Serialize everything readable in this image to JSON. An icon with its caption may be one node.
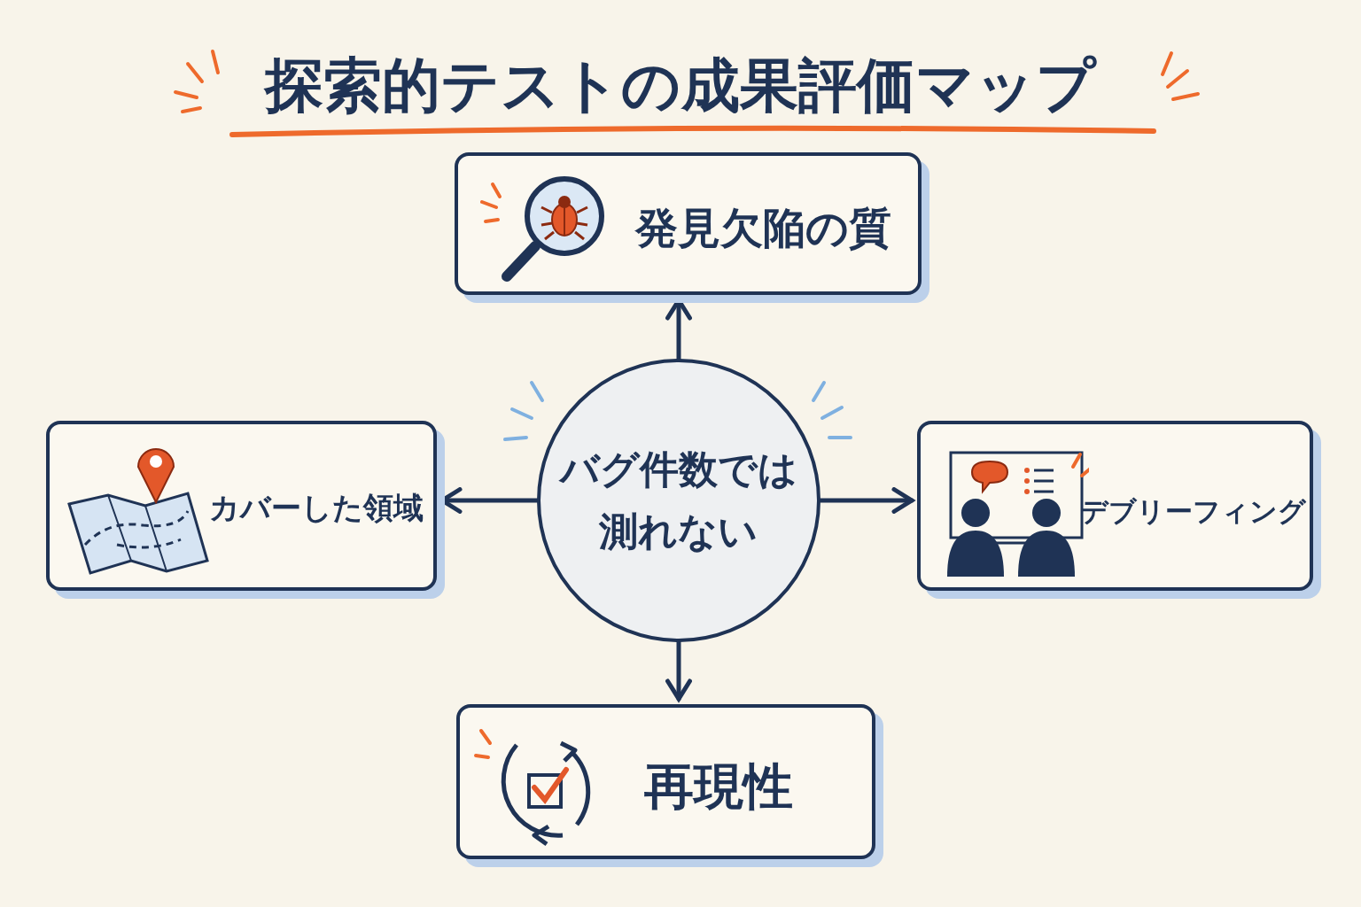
{
  "diagram": {
    "title": "探索的テストの成果評価マップ",
    "nodes": [
      {
        "text": [
          "発見欠陥の質"
        ]
      },
      {
        "text": [
          "カバーした領域"
        ]
      },
      {
        "text": [
          "バグ件数では測れない"
        ]
      },
      {
        "text": [
          "デブリーフィング"
        ]
      },
      {
        "text": [
          "再現性"
        ]
      }
    ],
    "edges": [
      {
        "from": 2,
        "to": 0,
        "arrow": "to"
      },
      {
        "from": 2,
        "to": 1,
        "arrow": "to"
      },
      {
        "from": 2,
        "to": 3,
        "arrow": "to"
      },
      {
        "from": 2,
        "to": 4,
        "arrow": "to"
      }
    ]
  }
}
